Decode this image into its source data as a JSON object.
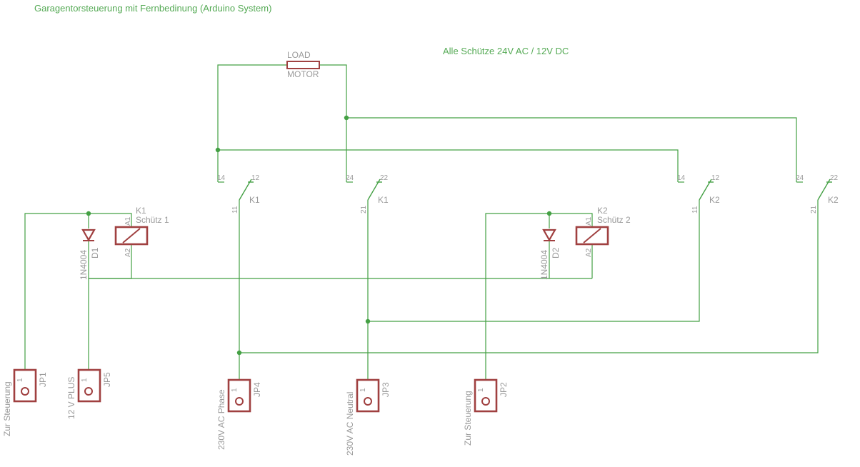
{
  "title": "Garagentorsteuerung mit Fernbedinung (Arduino System)",
  "note": "Alle Schütze 24V AC / 12V DC",
  "colors": {
    "wire": "#44a044",
    "symbol": "#a04040",
    "text": "#9a9a9a",
    "header": "#55aa55"
  },
  "load": {
    "name": "LOAD",
    "value": "MOTOR"
  },
  "relays": [
    {
      "name": "K1",
      "value": "Schütz 1",
      "pin_a1": "A1",
      "pin_a2": "A2"
    },
    {
      "name": "K2",
      "value": "Schütz 2",
      "pin_a1": "A1",
      "pin_a2": "A2"
    }
  ],
  "diodes": [
    {
      "name": "D1",
      "value": "1N4004"
    },
    {
      "name": "D2",
      "value": "1N4004"
    }
  ],
  "contacts": [
    {
      "name": "K1",
      "common": "11",
      "nc": "12",
      "no": "14"
    },
    {
      "name": "K1",
      "common": "21",
      "nc": "22",
      "no": "24"
    },
    {
      "name": "K2",
      "common": "11",
      "nc": "12",
      "no": "14"
    },
    {
      "name": "K2",
      "common": "21",
      "nc": "22",
      "no": "24"
    }
  ],
  "jumpers": [
    {
      "name": "JP1",
      "label": "Zur Steuerung",
      "pin": "1"
    },
    {
      "name": "JP5",
      "label": "12 V PLUS",
      "pin": "1"
    },
    {
      "name": "JP4",
      "label": "230V AC Phase",
      "pin": "1"
    },
    {
      "name": "JP3",
      "label": "230V AC Neutral",
      "pin": "1"
    },
    {
      "name": "JP2",
      "label": "Zur Steuerung",
      "pin": "1"
    }
  ]
}
